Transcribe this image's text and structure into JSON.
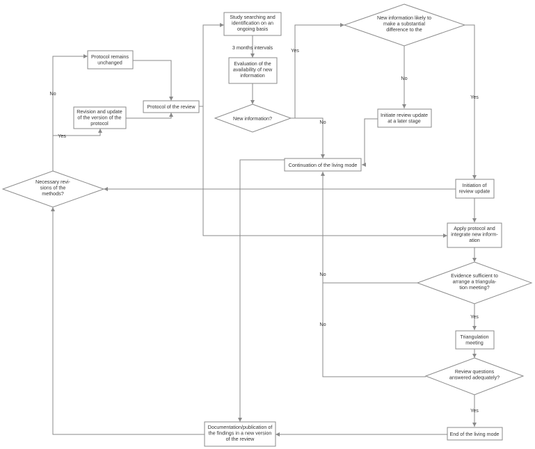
{
  "nodes": {
    "study_search": {
      "lines": [
        "Study searching and",
        "identification on an",
        "ongoing basis"
      ]
    },
    "evaluation": {
      "lines": [
        "Evaluation of the",
        "availability of new",
        "information"
      ]
    },
    "new_information": {
      "lines": [
        "New information?"
      ]
    },
    "likely_substantial": {
      "lines": [
        "New information likely to",
        "make a substantial",
        "difference to the"
      ]
    },
    "initiate_later": {
      "lines": [
        "Initiate review update",
        "at a later stage"
      ]
    },
    "continuation": {
      "lines": [
        "Continuation of the living mode"
      ]
    },
    "protocol_unchanged": {
      "lines": [
        "Protocol remains",
        "unchanged"
      ]
    },
    "revision_update": {
      "lines": [
        "Revision and update",
        "of the version of the",
        "protocol"
      ]
    },
    "protocol_review": {
      "lines": [
        "Protocol of the review"
      ]
    },
    "necessary_revisions": {
      "lines": [
        "Necessary revi-",
        "sions of the",
        "methods?"
      ]
    },
    "initiation_update": {
      "lines": [
        "Initiation of",
        "review update"
      ]
    },
    "apply_protocol": {
      "lines": [
        "Apply protocol and",
        "integrate new inform-",
        "ation"
      ]
    },
    "evidence_sufficient": {
      "lines": [
        "Evidence sufficient to",
        "arrange a triangula-",
        "tion meeting?"
      ]
    },
    "triangulation": {
      "lines": [
        "Triangulation",
        "meeting"
      ]
    },
    "review_questions": {
      "lines": [
        "Review questions",
        "answered adequately?"
      ]
    },
    "end_living": {
      "lines": [
        "End of the living mode"
      ]
    },
    "documentation": {
      "lines": [
        "Documentation/publication of",
        "the findings in a new version",
        "of the review"
      ]
    }
  },
  "edge_labels": {
    "interval": "3 months intervals",
    "yes_substantial": "Yes",
    "no_substantial": "No",
    "no_new_info": "No",
    "yes_to_initiation": "Yes",
    "no_to_unchanged": "No",
    "yes_to_revision": "Yes",
    "no_evidence": "No",
    "yes_evidence": "Yes",
    "no_questions": "No",
    "yes_questions": "Yes"
  }
}
